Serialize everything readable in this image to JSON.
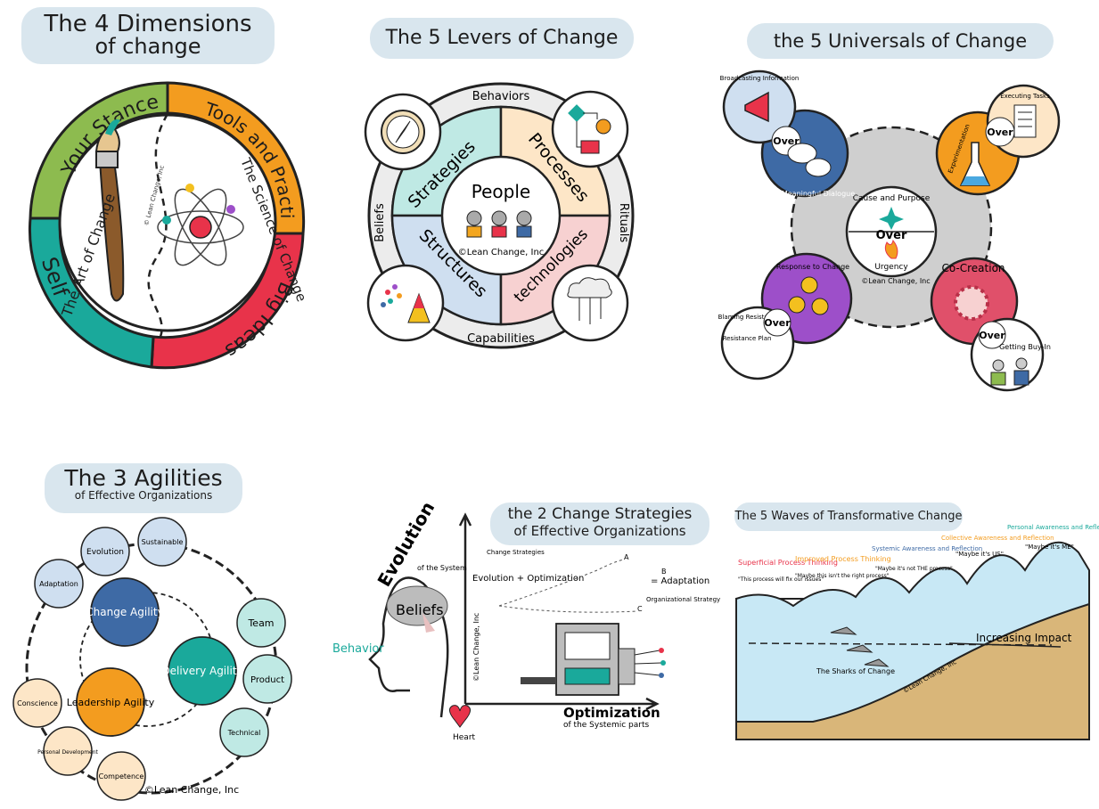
{
  "colors": {
    "green": "#8dbb4f",
    "orange": "#f39c1f",
    "red": "#e8334a",
    "teal": "#1aa99b",
    "pill": "#d9e6ee",
    "mint": "#bfe9e4",
    "peach": "#fde6c7",
    "lightblue": "#cfdff0",
    "pink": "#f7d1d1",
    "navy": "#3e6aa5",
    "purple": "#9d4fc9",
    "rose": "#e0506a",
    "gray": "#cfcfcf",
    "water": "#c8e8f5",
    "ground": "#d9b679"
  },
  "dimensions": {
    "title_line1": "The 4 Dimensions",
    "title_line2": "of change",
    "your_stance": "Your Stance",
    "tools": "Tools and Practices",
    "big_ideas": "Big Ideas",
    "self": "Self",
    "art": "The Art of Change",
    "science": "The Science of Change",
    "credit": "© Lean Change, Inc"
  },
  "levers": {
    "title": "The 5 Levers of Change",
    "behaviors": "Behaviors",
    "beliefs": "Beliefs",
    "rituals": "Rituals",
    "capabilities": "Capabilities",
    "strategies": "Strategies",
    "processes": "Processes",
    "structures": "Structures",
    "technologies": "technologies",
    "people": "People",
    "credit": "©Lean Change, Inc"
  },
  "universals": {
    "title": "the 5 Universals of Change",
    "broadcasting": "Broadcasting Information",
    "meaningful": "Meaningful Dialogue",
    "executing": "Executing Tasks",
    "experimentation": "Experimentation",
    "cause": "Cause and Purpose",
    "urgency": "Urgency",
    "response": "Response to Change",
    "blaming": "Blaming Resistance",
    "resistance_plan": "Resistance Plan",
    "cocreation": "Co-Creation",
    "getting_buyin": "Getting Buy-In",
    "over": "Over",
    "credit": "©Lean Change, Inc"
  },
  "agilities": {
    "title_line1": "The 3 Agilities",
    "title_line2": "of Effective Organizations",
    "evolution": "Evolution",
    "sustainable": "Sustainable",
    "adaptation": "Adaptation",
    "team": "Team",
    "product": "Product",
    "technical": "Technical",
    "conscience": "Conscience",
    "personal_dev": "Personal Development",
    "competence": "Competence",
    "change_agility": "Change Agility",
    "delivery_agility": "Delivery Agility",
    "leadership_agility": "Leadership Agility",
    "credit": "©Lean Change, Inc"
  },
  "strategies": {
    "title_line1": "the 2 Change Strategies",
    "title_line2": "of Effective Organizations",
    "evolution": "Evolution",
    "evolution_sub": "of the System",
    "beliefs": "Beliefs",
    "behavior": "Behavior",
    "heart": "Heart",
    "optimization": "Optimization",
    "optimization_sub": "of the Systemic parts",
    "change_strategies": "Change Strategies",
    "evo_opt": "Evolution + Optimization",
    "adaptation": "= Adaptation",
    "org_strategy": "Organizational Strategy",
    "a": "A",
    "b": "B",
    "c": "C",
    "credit": "©Lean Change, Inc"
  },
  "waves": {
    "title": "The 5 Waves of Transformative Change",
    "w1": "Superficial Process Thinking",
    "w1q": "\"This process will fix our issues\"",
    "w2": "Improved Process Thinking",
    "w2q": "\"Maybe this isn't the right process\"",
    "w3": "Systemic Awareness and Reflection",
    "w3q": "\"Maybe it's not THE process\"",
    "w4": "Collective Awareness and Reflection",
    "w4q": "\"Maybe it's US\"",
    "w5": "Personal Awareness and Reflection",
    "w5q": "\"Maybe it's ME\"",
    "impact": "Increasing Impact",
    "sharks": "The Sharks of Change",
    "credit": "©Lean Change, Inc"
  }
}
